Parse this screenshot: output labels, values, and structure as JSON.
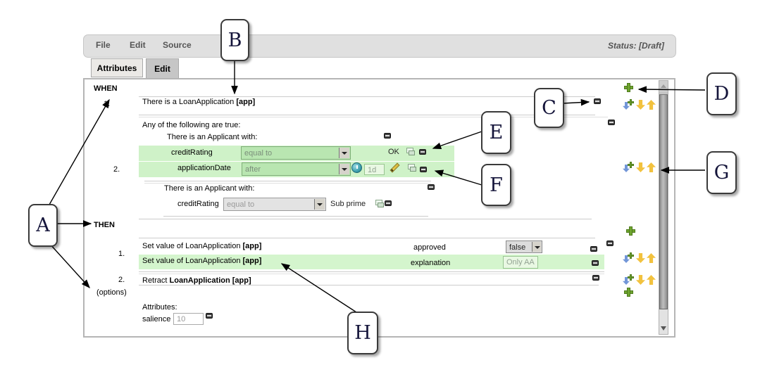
{
  "annotations": [
    "A",
    "B",
    "C",
    "D",
    "E",
    "F",
    "G",
    "H"
  ],
  "menubar": {
    "items": [
      "File",
      "Edit",
      "Source"
    ],
    "status": "Status: [Draft]"
  },
  "tabs": {
    "attributes": "Attributes",
    "edit": "Edit"
  },
  "when": {
    "section_label": "WHEN",
    "item1_number": "1.",
    "item2_number": "2.",
    "pattern1": {
      "text": "There is a LoanApplication",
      "binding": "[app]"
    },
    "any_header": "Any of the following are true:",
    "applicant1_header": "There is an Applicant with:",
    "applicant2_header": "There is an Applicant with:",
    "constraint1": {
      "field": "creditRating",
      "operator": "equal to",
      "value": "OK"
    },
    "constraint2": {
      "field": "applicationDate",
      "operator": "after",
      "value": "1d"
    },
    "constraint3": {
      "field": "creditRating",
      "operator": "equal to",
      "value": "Sub prime"
    }
  },
  "then": {
    "section_label": "THEN",
    "item1_number": "1.",
    "item2_number": "2.",
    "options_label": "(options)",
    "action1": {
      "text": "Set value of LoanApplication",
      "binding": "[app]",
      "field": "approved",
      "value": "false"
    },
    "action2": {
      "text": "Set value of LoanApplication",
      "binding": "[app]",
      "field": "explanation",
      "value": "Only AA"
    },
    "action3": {
      "text": "Retract",
      "binding": "LoanApplication [app]"
    },
    "attributes_header": "Attributes:",
    "salience_label": "salience",
    "salience_value": "10"
  },
  "icons": {
    "add_icon": "green plus cross",
    "add_below_icon": "blue down arrow with green plus",
    "move_down_icon": "yellow fat down arrow",
    "move_up_icon": "yellow fat up arrow",
    "remove_icon": "dark square with minus",
    "choose_icon": "overlapping squares",
    "clock_icon": "teal clock circle",
    "edit_pencil_icon": "gold pencil",
    "scroll_up_icon": "triangle up",
    "scroll_down_icon": "triangle down",
    "dropdown_arrow_icon": "triangle down in button"
  },
  "colors": {
    "highlight_green": "#cff2c8",
    "field_green": "#b9e6b1",
    "menu_bg": "#e0e0e0",
    "tab_active": "#c6c6c6",
    "plus_green": "#6fa52f",
    "arrow_yellow": "#f2c23e",
    "arrow_blue": "#7296d8",
    "status_text": "#555555"
  }
}
